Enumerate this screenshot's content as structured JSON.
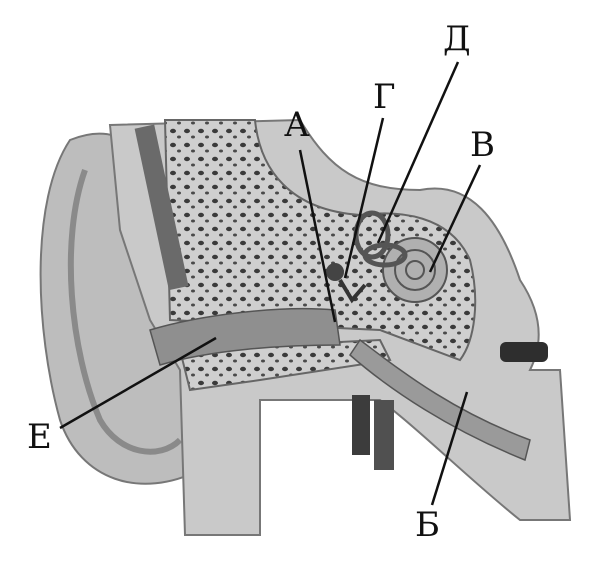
{
  "labels": {
    "A": "А",
    "B": "Б",
    "V": "В",
    "G": "Г",
    "D": "Д",
    "E": "Е"
  }
}
